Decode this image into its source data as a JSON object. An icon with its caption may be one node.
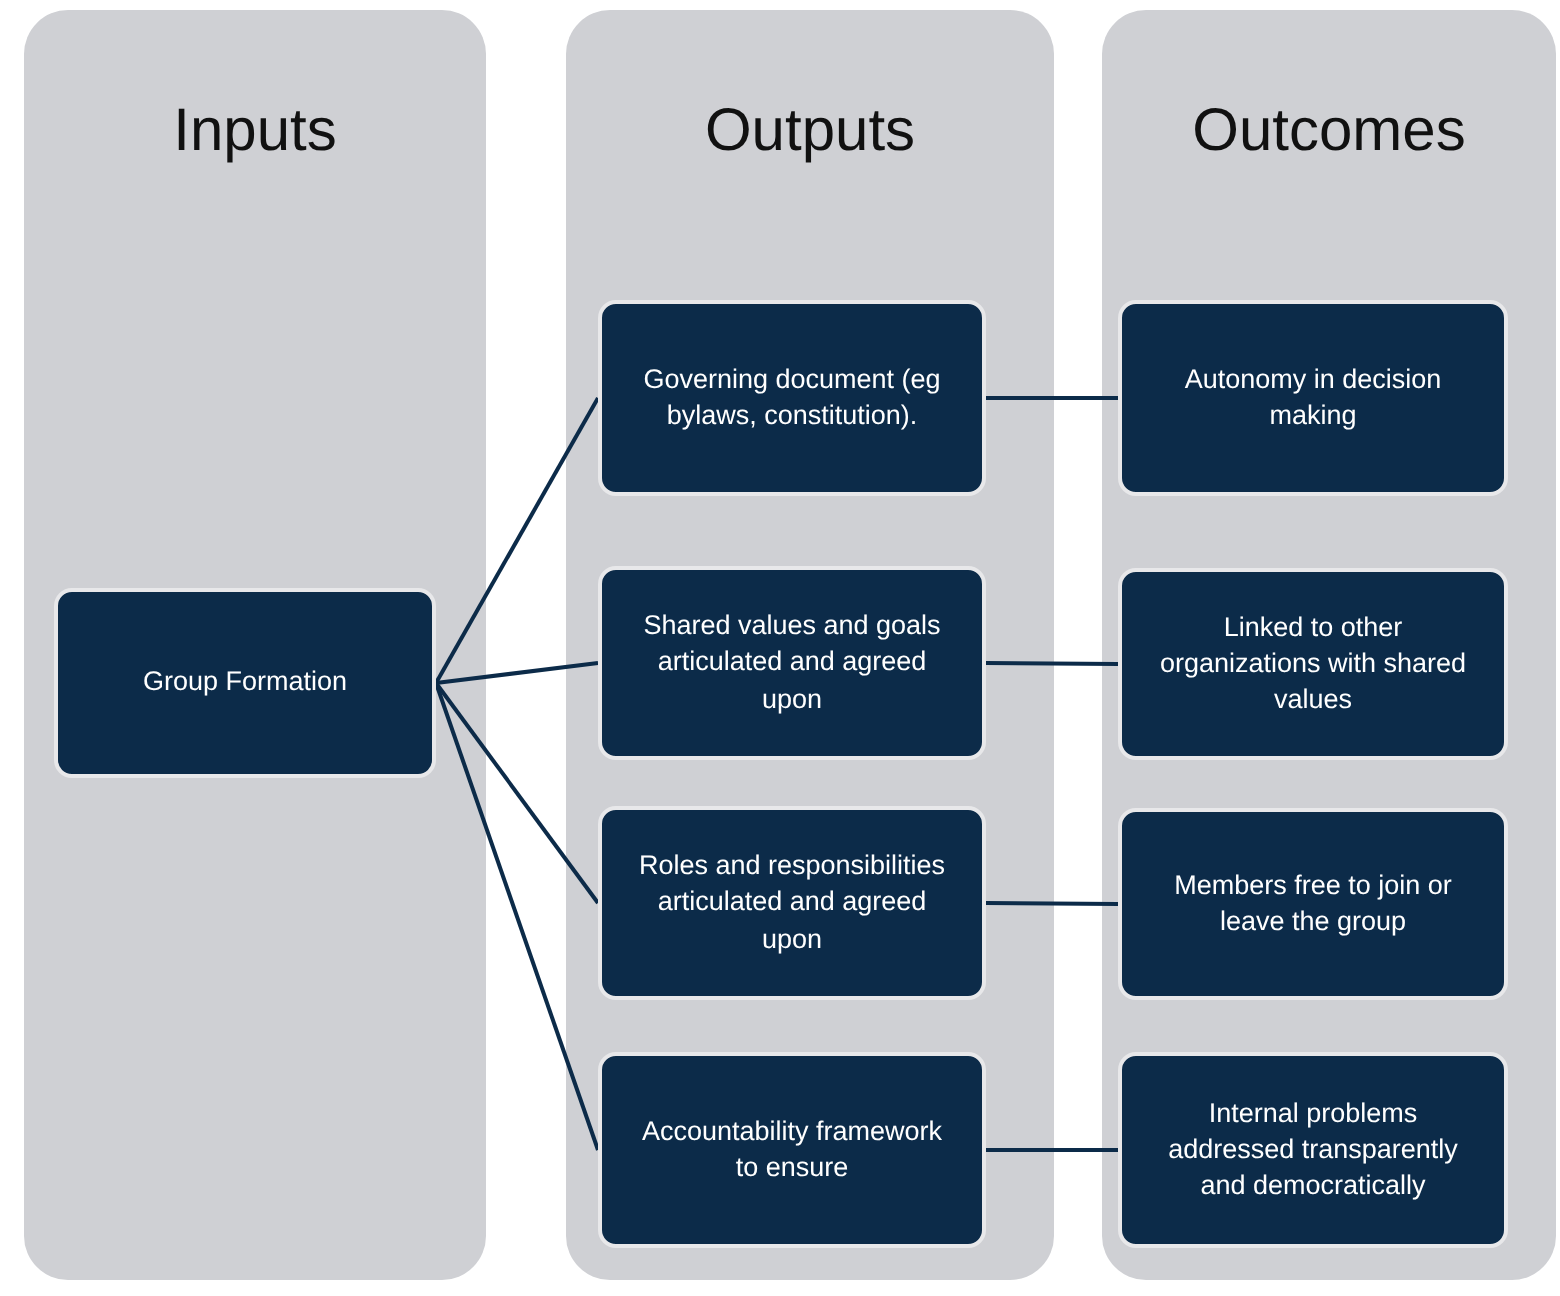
{
  "diagram": {
    "nodes": [
      {
        "text": [
          "Inputs"
        ]
      },
      {
        "text": [
          "Outputs"
        ]
      },
      {
        "text": [
          "Outcomes"
        ]
      },
      {
        "text": [
          "Group Formation"
        ],
        "in": 0
      },
      {
        "text": [
          "Governing document (eg bylaws, constitution)."
        ],
        "in": 1
      },
      {
        "text": [
          "Shared values and goals articulated and agreed upon"
        ],
        "in": 1
      },
      {
        "text": [
          "Roles and responsibilities articulated and agreed upon"
        ],
        "in": 1
      },
      {
        "text": [
          "Accountability framework to ensure"
        ],
        "in": 1
      },
      {
        "text": [
          "Autonomy in decision making"
        ],
        "in": 2
      },
      {
        "text": [
          "Linked to other organizations with shared values"
        ],
        "in": 2
      },
      {
        "text": [
          "Members free to join or leave the group"
        ],
        "in": 2
      },
      {
        "text": [
          "Internal problems addressed transparently and democratically"
        ],
        "in": 2
      }
    ],
    "edges": [
      {
        "from": 3,
        "to": 4,
        "arrow": "none"
      },
      {
        "from": 3,
        "to": 5,
        "arrow": "none"
      },
      {
        "from": 3,
        "to": 6,
        "arrow": "none"
      },
      {
        "from": 3,
        "to": 7,
        "arrow": "none"
      },
      {
        "from": 4,
        "to": 8,
        "arrow": "none"
      },
      {
        "from": 5,
        "to": 9,
        "arrow": "none"
      },
      {
        "from": 6,
        "to": 10,
        "arrow": "none"
      },
      {
        "from": 7,
        "to": 11,
        "arrow": "none"
      }
    ]
  }
}
